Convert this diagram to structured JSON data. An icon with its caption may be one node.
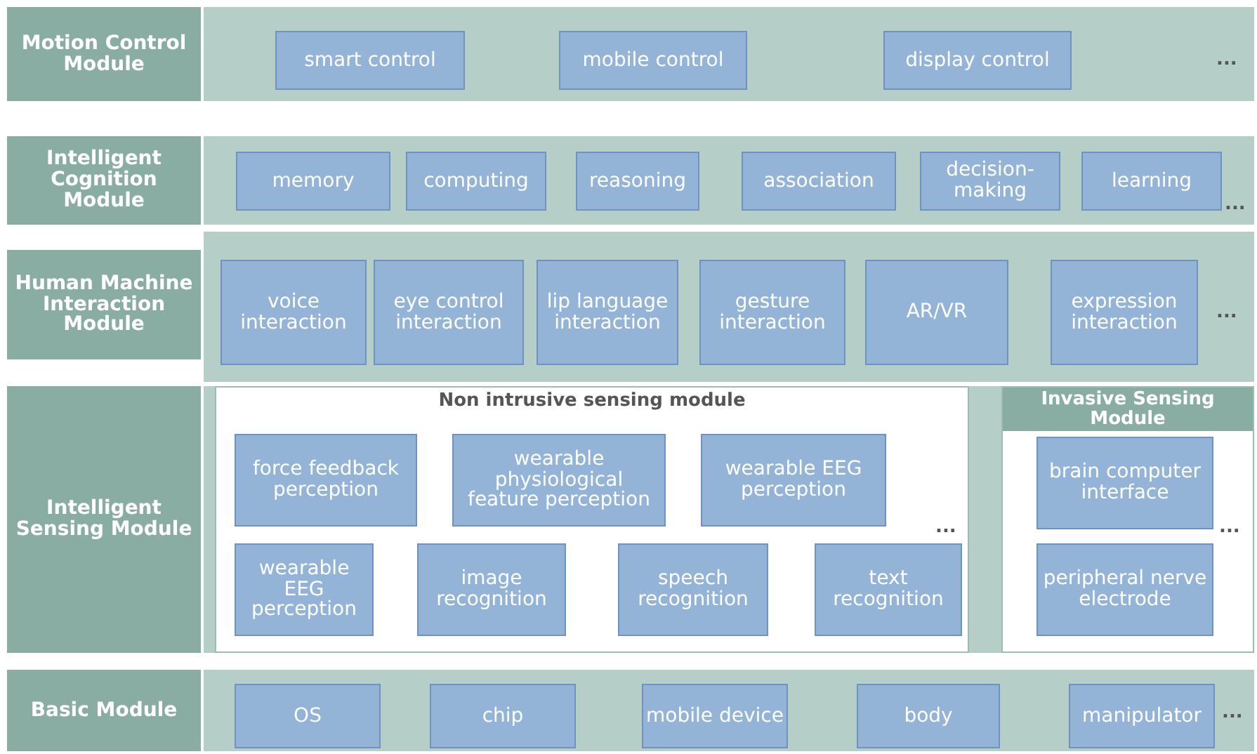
{
  "diagram": {
    "nodes": [
      {
        "text": [
          "Motion Control Module"
        ]
      },
      {
        "text": [],
        "shape": "box"
      },
      {
        "text": [
          "smart control"
        ],
        "in": 1
      },
      {
        "text": [
          "mobile control"
        ],
        "in": 1
      },
      {
        "text": [
          "display control"
        ],
        "in": 1
      },
      {
        "text": [
          "Intelligent Cognition Module"
        ]
      },
      {
        "text": [],
        "shape": "box"
      },
      {
        "text": [
          "memory"
        ],
        "in": 6
      },
      {
        "text": [
          "computing"
        ],
        "in": 6
      },
      {
        "text": [
          "reasoning"
        ],
        "in": 6
      },
      {
        "text": [
          "association"
        ],
        "in": 6
      },
      {
        "text": [
          "decision-making"
        ],
        "in": 6
      },
      {
        "text": [
          "learning"
        ],
        "in": 6
      },
      {
        "text": [
          "Human Machine Interaction Module"
        ]
      },
      {
        "text": [],
        "shape": "box"
      },
      {
        "text": [
          "voice interaction"
        ],
        "in": 14
      },
      {
        "text": [
          "eye control interaction"
        ],
        "in": 14
      },
      {
        "text": [
          "lip language interaction"
        ],
        "in": 14
      },
      {
        "text": [
          "gesture interaction"
        ],
        "in": 14
      },
      {
        "text": [
          "AR/VR"
        ],
        "in": 14
      },
      {
        "text": [
          "expression interaction"
        ],
        "in": 14
      },
      {
        "text": [
          "Intelligent Sensing Module"
        ]
      },
      {
        "text": [],
        "shape": "box"
      },
      {
        "text": [
          "Non intrusive sensing module"
        ],
        "in": 22
      },
      {
        "text": [
          "force feedback perception"
        ],
        "in": 23
      },
      {
        "text": [
          "wearable physiological feature perception"
        ],
        "in": 23
      },
      {
        "text": [
          "wearable EEG perception"
        ],
        "in": 23
      },
      {
        "text": [
          "wearable EEG perception"
        ],
        "in": 23
      },
      {
        "text": [
          "image recognition"
        ],
        "in": 23
      },
      {
        "text": [
          "speech recognition"
        ],
        "in": 23
      },
      {
        "text": [
          "text recognition"
        ],
        "in": 23
      },
      {
        "text": [
          "Invasive Sensing Module"
        ],
        "in": 22
      },
      {
        "text": [
          "brain computer interface"
        ],
        "in": 31
      },
      {
        "text": [
          "peripheral nerve electrode"
        ],
        "in": 31
      },
      {
        "text": [
          "Basic Module"
        ]
      },
      {
        "text": [],
        "shape": "box"
      },
      {
        "text": [
          "OS"
        ],
        "in": 35
      },
      {
        "text": [
          "chip"
        ],
        "in": 35
      },
      {
        "text": [
          "mobile device"
        ],
        "in": 35
      },
      {
        "text": [
          "body"
        ],
        "in": 35
      },
      {
        "text": [
          "manipulator"
        ],
        "in": 35
      }
    ],
    "edges": [],
    "labels": [
      "...",
      "...",
      "...",
      "...",
      "...",
      "..."
    ]
  }
}
